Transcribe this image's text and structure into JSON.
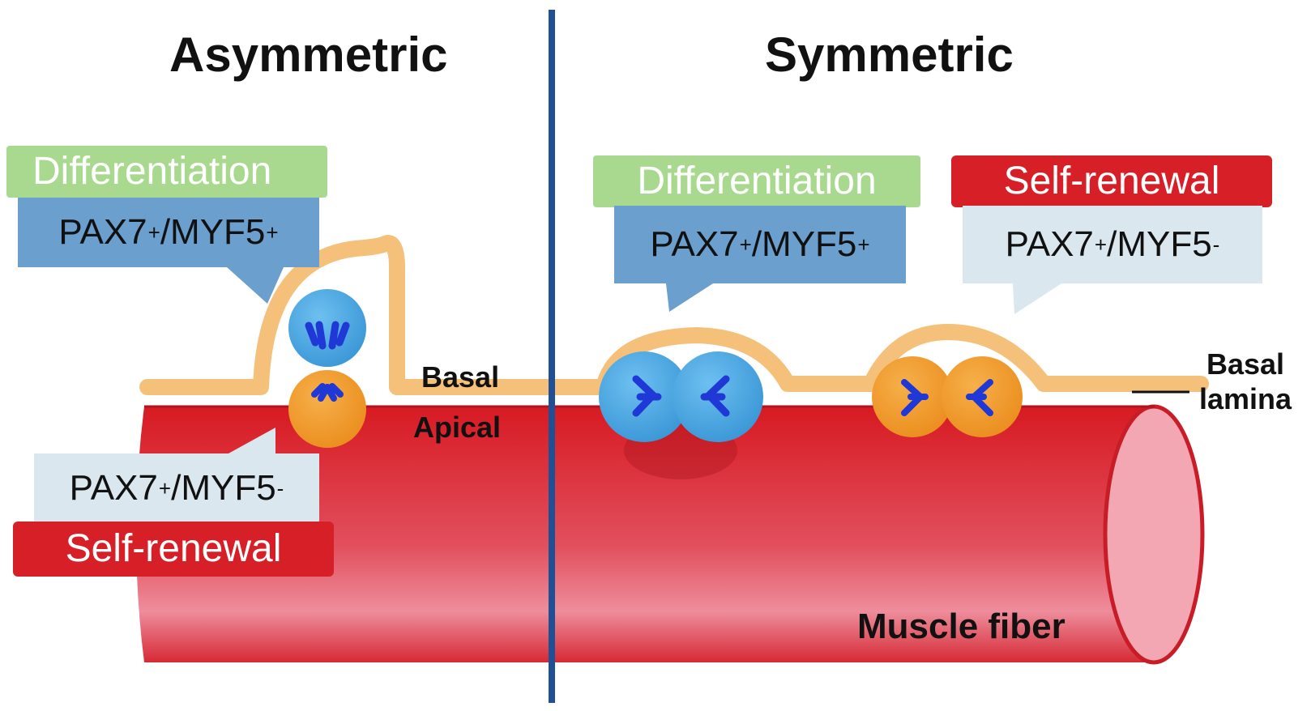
{
  "headings": {
    "left": "Asymmetric",
    "right": "Symmetric"
  },
  "asymmetric": {
    "top_label": "Differentiation",
    "top_marker": {
      "base": "PAX7",
      "sup1": "+",
      "mid": "/MYF5",
      "sup2": "+"
    },
    "bottom_marker": {
      "base": "PAX7",
      "sup1": "+",
      "mid": "/MYF5",
      "sup2": "-"
    },
    "bottom_label": "Self-renewal",
    "basal": "Basal",
    "apical": "Apical"
  },
  "symmetric": {
    "diff_label": "Differentiation",
    "diff_marker": {
      "base": "PAX7",
      "sup1": "+",
      "mid": "/MYF5",
      "sup2": "+"
    },
    "renew_label": "Self-renewal",
    "renew_marker": {
      "base": "PAX7",
      "sup1": "+",
      "mid": "/MYF5",
      "sup2": "-"
    },
    "basal_lamina": [
      "Basal",
      "lamina"
    ],
    "muscle_fiber": "Muscle fiber"
  },
  "colors": {
    "fiber": "#d9232b",
    "fiber_end": "#f3a7b4",
    "lamina": "#f5c07a",
    "blue_cell": "#4aa6e2",
    "orange_cell": "#f09a2a",
    "chromosome": "#1f38d6",
    "divider": "#1f4f94",
    "green": "#a9d98f",
    "red_label": "#d71f27",
    "marker_blue": "#6a9fce",
    "marker_light": "#dbe7ee"
  }
}
